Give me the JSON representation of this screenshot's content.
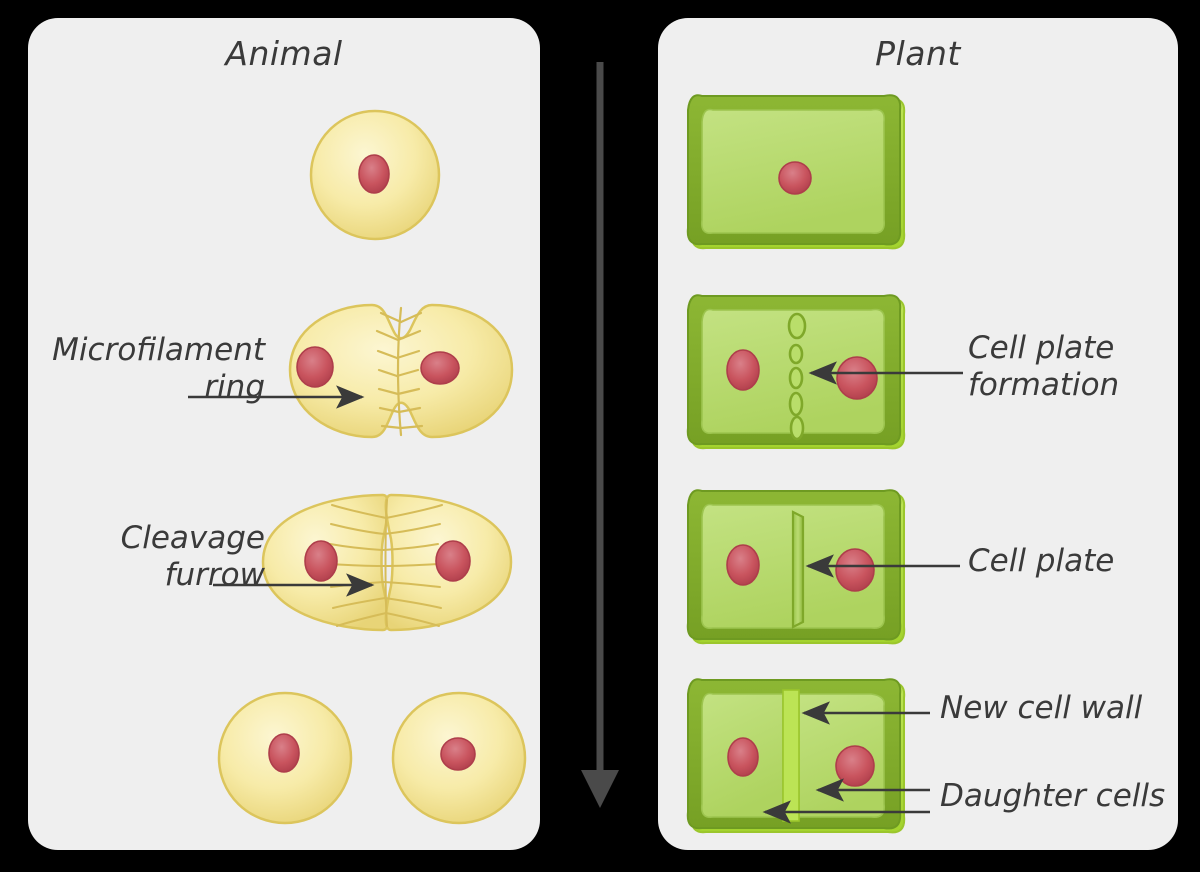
{
  "figure": {
    "topic": "Cytokinesis in animal and plant cells",
    "background_color": "#000000"
  },
  "panels": {
    "animal": {
      "title": "Animal",
      "background": "#EFEFEF",
      "cell_fill": "#F7EBA8",
      "cell_edge": "#D9C152",
      "nucleus_fill": "#C9545E",
      "stages": [
        {
          "name": "single-cell",
          "label": null
        },
        {
          "name": "microfilament-ring",
          "label": "Microfilament\nring"
        },
        {
          "name": "cleavage-furrow",
          "label": "Cleavage\nfurrow"
        },
        {
          "name": "two-daughter-cells",
          "label": null
        }
      ]
    },
    "plant": {
      "title": "Plant",
      "background": "#EFEFEF",
      "wall_outer": "#AEDD3C",
      "wall_middle": "#7FA82A",
      "cytoplasm": "#B5D96A",
      "nucleus_fill": "#C9545E",
      "stages": [
        {
          "name": "single-cell",
          "label": null
        },
        {
          "name": "cell-plate-formation",
          "label": "Cell plate\nformation"
        },
        {
          "name": "cell-plate",
          "label": "Cell plate"
        },
        {
          "name": "daughter-cells",
          "label": "New cell wall",
          "label2": "Daughter cells"
        }
      ]
    }
  },
  "labels": {
    "microfilament_ring": "Microfilament\nring",
    "cleavage_furrow": "Cleavage\nfurrow",
    "cell_plate_formation": "Cell plate\nformation",
    "cell_plate": "Cell plate",
    "new_cell_wall": "New cell wall",
    "daughter_cells": "Daughter cells"
  },
  "time_arrow": {
    "name": "time-progression-arrow",
    "direction": "downward",
    "color": "#4A4A4A"
  },
  "colors": {
    "text": "#3A3A3A",
    "arrow": "#3A3A3A",
    "panel": "#EFEFEF"
  }
}
